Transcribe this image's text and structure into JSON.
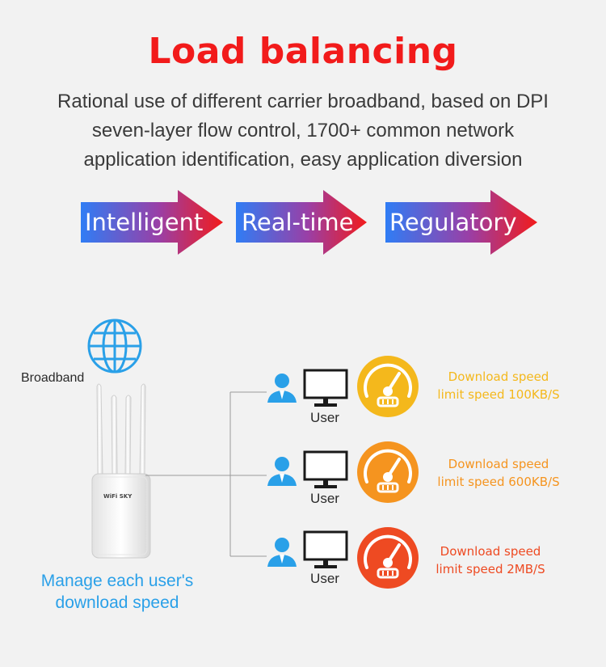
{
  "title": "Load balancing",
  "subtitle": "Rational use of different carrier broadband, based on DPI seven-layer flow control, 1700+ common network application identification, easy application diversion",
  "arrows": [
    {
      "label": "Intelligent"
    },
    {
      "label": "Real-time"
    },
    {
      "label": "Regulatory"
    }
  ],
  "colors": {
    "title": "#f21b1b",
    "arrow_start": "#2f7df5",
    "arrow_end": "#f21b1b",
    "globe": "#2aa0e8",
    "manage_text": "#2aa0e8",
    "user_icon": "#2aa0e8",
    "monitor": "#1a1a1a",
    "gauge_1": "#f4b81c",
    "gauge_2": "#f5941f",
    "gauge_3": "#ee4a22"
  },
  "diagram": {
    "broadband_label": "Broadband",
    "router_brand": "WiFi SKY",
    "manage_text_line1": "Manage each user's",
    "manage_text_line2": "download speed",
    "users": [
      {
        "label": "User",
        "speed_line1": "Download speed",
        "speed_line2": "limit speed 100KB/S",
        "color": "#f4b81c"
      },
      {
        "label": "User",
        "speed_line1": "Download speed",
        "speed_line2": "limit speed 600KB/S",
        "color": "#f5941f"
      },
      {
        "label": "User",
        "speed_line1": "Download speed",
        "speed_line2": "limit speed 2MB/S",
        "color": "#ee4a22"
      }
    ]
  }
}
